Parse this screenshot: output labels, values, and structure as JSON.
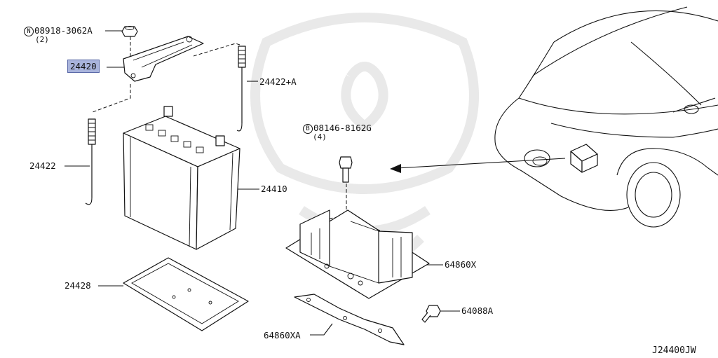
{
  "diagram": {
    "code": "J24400JW",
    "parts": [
      {
        "id": "bolt-nut",
        "circle": "N",
        "number": "08918-3062A",
        "qty": "(2)"
      },
      {
        "id": "bracket",
        "number": "24420",
        "highlighted": true
      },
      {
        "id": "rod-a",
        "number": "24422+A"
      },
      {
        "id": "rod",
        "number": "24422"
      },
      {
        "id": "bolt",
        "circle": "B",
        "number": "08146-8162G",
        "qty": "(4)"
      },
      {
        "id": "battery",
        "number": "24410"
      },
      {
        "id": "tray",
        "number": "24428"
      },
      {
        "id": "bracket-frame",
        "number": "64860X"
      },
      {
        "id": "bracket-lower",
        "number": "64860XA"
      },
      {
        "id": "screw",
        "number": "64088A"
      }
    ],
    "highlight_color": "#a9b4dc"
  }
}
